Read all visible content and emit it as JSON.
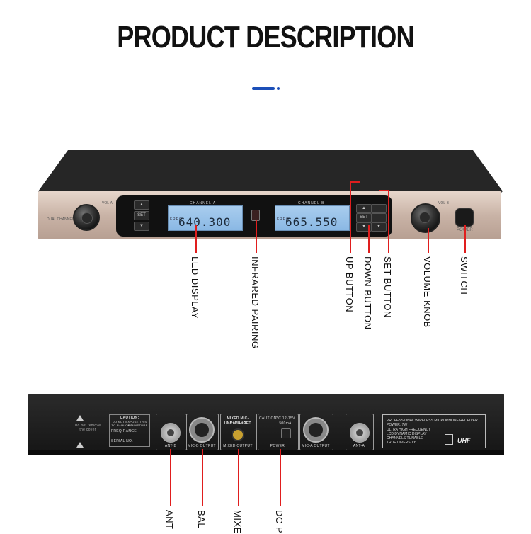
{
  "page_title": "PRODUCT DESCRIPTION",
  "front_panel": {
    "vol_a": "VOL-A",
    "vol_b": "VOL-B",
    "power": "POWER",
    "channel_a": "CHANNEL A",
    "channel_b": "CHANNEL B",
    "freq_a": "640.300",
    "freq_b": "665.550",
    "set": "SET",
    "freq": "FREQ"
  },
  "callouts_front": [
    {
      "label": "LED DISPLAY"
    },
    {
      "label": "INFRARED PAIRING"
    },
    {
      "label": "UP BUTTON"
    },
    {
      "label": "DOWN BUTTON"
    },
    {
      "label": "SET BUTTON"
    },
    {
      "label": "VOLUME KNOB"
    },
    {
      "label": "SWITCH"
    }
  ],
  "rear_panel": {
    "ant_b": "ANT-B",
    "mic_b_output": "MIC-B OUTPUT",
    "mixed_output": "MIXED OUTPUT",
    "mixed_top_1": "MIXED MIC-A+MIC-B",
    "mixed_top_2": "UNBALANCED",
    "power": "POWER",
    "dc_rating_1": "DC 12-15V",
    "dc_rating_2": "500mA",
    "mic_a_output": "MIC-A OUTPUT",
    "ant_a": "ANT-A",
    "caution": "CAUTION:",
    "caution_text_1": "DO NOT EXPOSE THIS MIC",
    "caution_text_2": "TO RAIN OR MOISTURE",
    "freq_range": "FREQ RANGE:",
    "serial_no": "SERIAL NO.",
    "info_1": "PROFESSIONAL WIRELESS MICROPHONE RECEIVER",
    "info_2": "POWER: 7W",
    "info_3": "ULTRA HIGH FREQUENCY",
    "info_4": "LCD DYNAMIC DISPLAY",
    "info_5": "CHANNELS TUNABLE",
    "info_6": "TRUE DIVERSITY",
    "brand": "UHF"
  },
  "callouts_rear": [
    {
      "label": "ANT"
    },
    {
      "label": "BAL"
    },
    {
      "label": "MIXE"
    },
    {
      "label": "DC P"
    }
  ],
  "colors": {
    "accent": "#1c4fb8",
    "leader": "#e01e1e"
  }
}
